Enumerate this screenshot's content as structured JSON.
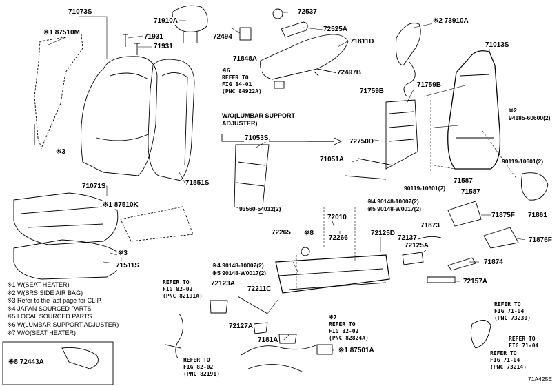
{
  "diagram_id": "71A425E",
  "callouts": {
    "p71073S": "71073S",
    "p87510M": "※1 87510M",
    "p71910A": "71910A",
    "p71931a": "71931",
    "p71931b": "71931",
    "p72494": "72494",
    "p72537": "72537",
    "p72525A": "72525A",
    "p71811D": "71811D",
    "p71848A": "71848A",
    "p72497B": "72497B",
    "p73910A": "※2 73910A",
    "p71013S": "71013S",
    "p71759Ba": "71759B",
    "p71759Bb": "71759B",
    "p94185": "※2\n94185-60600(2)",
    "p71053S": "71053S",
    "p72750D": "72750D",
    "p71051A": "71051A",
    "p90119a": "90119-10601(2)",
    "p90119b": "90119-10601(2)",
    "p71587a": "71587",
    "p71587b": "71587",
    "p3a": "※3",
    "p71551S": "71551S",
    "p71071S": "71071S",
    "p87510K": "※1 87510K",
    "p3b": "※3",
    "p71511S": "71511S",
    "p93560": "93560-54012(2)",
    "p90148a": "※4 90148-10007(2)\n※5 90148-W0017(2)",
    "p72010": "72010",
    "p72265": "72265",
    "p8": "※8",
    "p72266": "72266",
    "p72125D": "72125D",
    "p72137": "72137",
    "p72125A": "72125A",
    "p71873": "71873",
    "p71875F": "71875F",
    "p71861": "71861",
    "p71876F": "71876F",
    "p71874": "71874",
    "p90148b": "※4 90148-10007(2)\n※5 90148-W0017(2)",
    "p72123A": "72123A",
    "p72211C": "72211C",
    "p72127A": "72127A",
    "p72157A": "72157A",
    "p7181A": "7181A",
    "p87501A": "※1 87501A",
    "p72443A": "※8 72443A"
  },
  "references": {
    "r1": "※6\nREFER TO\nFIG 84-01\n(PNC 84922A)",
    "r2": "REFER TO\nFIG 82-02\n(PNC 82191A)",
    "r3": "※7\nREFER TO\nFIG 82-02\n(PNC 82824A)",
    "r4": "REFER TO\nFIG 82-02\n(PNC 82191)",
    "r5": "REFER TO\nFIG 71-04\n(PNC 73230)",
    "r6": "REFER TO\nFIG 71-04",
    "r7": "REFER TO\nFIG 71-04\n(PNC 73214)"
  },
  "lumbar_caption": "W/O(LUMBAR SUPPORT\nADJUSTER)",
  "legend": [
    "※1 W(SEAT HEATER)",
    "※2 W(SRS SIDE AIR BAG)",
    "※3 Refer to the last page for CLIP.",
    "※4 JAPAN SOURCED PARTS",
    "※5 LOCAL SOURCED PARTS",
    "※6 W(LUMBAR SUPPORT ADJUSTER)",
    "※7 W/O(SEAT HEATER)"
  ]
}
